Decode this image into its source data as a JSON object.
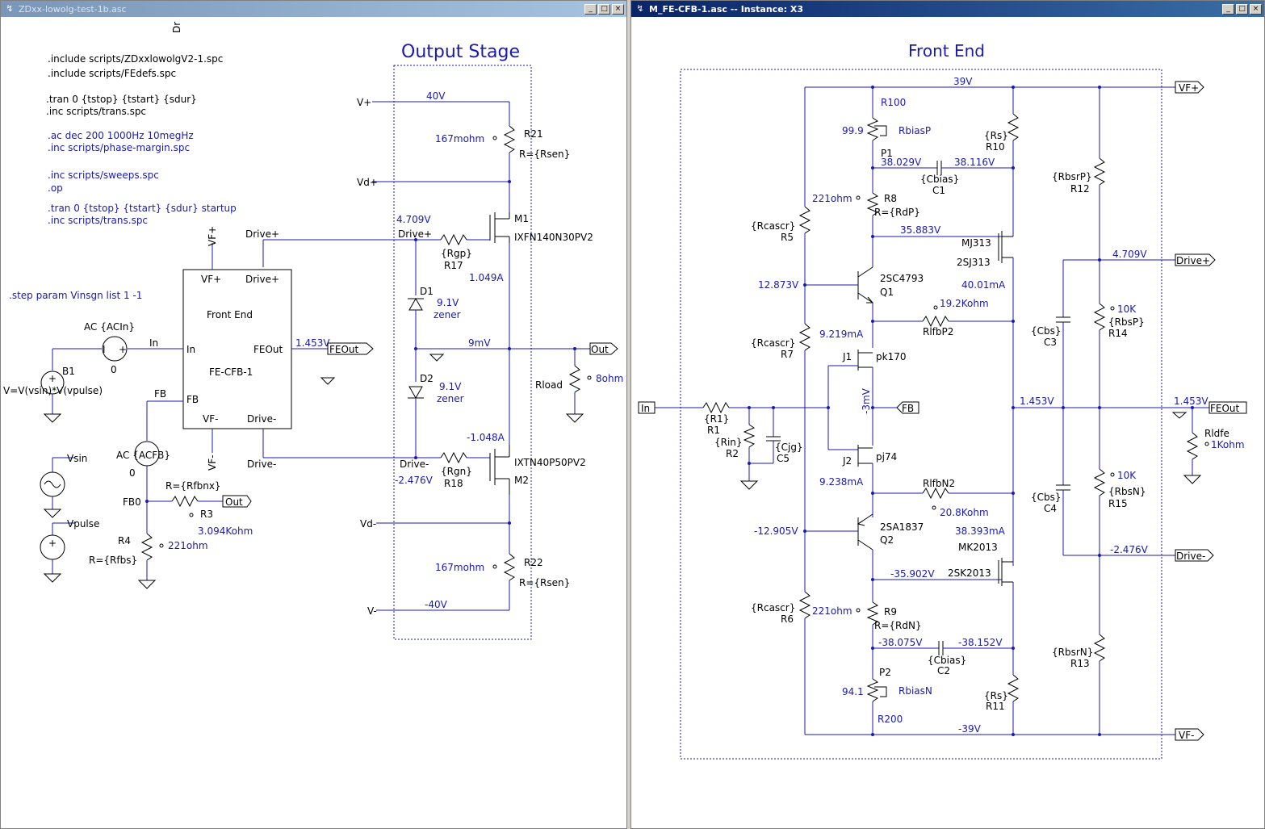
{
  "left_window": {
    "title": "ZDxx-lowolg-test-1b.asc",
    "directives": [
      ".include scripts/ZDxxlowolgV2-1.spc",
      " .include scripts/FEdefs.spc",
      ".tran 0 {tstop} {tstart} {sdur}",
      ".inc scripts/trans.spc",
      ".ac dec 200 1000Hz 10megHz",
      ".inc scripts/phase-margin.spc",
      ".inc scripts/sweeps.spc",
      ".op",
      ".tran 0 {tstop} {tstart} {sdur} startup",
      ".inc scripts/trans.spc",
      ".step param Vinsgn list 1 -1"
    ],
    "stage_title": "Output Stage",
    "block": {
      "name": "Front End",
      "instance": "FE-CFB-1",
      "pins": {
        "vfp": "VF+",
        "drivep": "Drive+",
        "in": "In",
        "feout": "FEOut",
        "fb": "FB",
        "vfm": "VF-",
        "drivem": "Drive-"
      }
    },
    "labels": {
      "vplus": "V+",
      "v40": "40V",
      "r21_val": "167mohm",
      "r21": "R21",
      "r21_eq": "R={Rsen}",
      "vdplus": "Vd+",
      "v4709": "4.709V",
      "drivep_n": "Drive+",
      "drivep_n2": "Drive+",
      "rgp": "{Rgp}",
      "r17": "R17",
      "m1": "M1",
      "m1_part": "IXFN140N30PV2",
      "i1049": "1.049A",
      "d1": "D1",
      "z1": "9.1V",
      "z1n": "zener",
      "d2": "D2",
      "z2": "9.1V",
      "z2n": "zener",
      "v9m": "9mV",
      "out": "Out",
      "rload": "Rload",
      "r8ohm": "8ohm",
      "in_lbl": "In",
      "feout_v": "1.453V",
      "feout_flag": "FEOut",
      "fb_lbl": "FB",
      "ac_acin": "AC {ACIn}",
      "zero1": "0",
      "b1": "B1",
      "b1_eq": "V=V(vsin)*V(vpulse)",
      "i1048": "-1.048A",
      "driven_n": "Drive-",
      "rgn": "{Rgn}",
      "r18": "R18",
      "m2": "M2",
      "m2_part": "IXTN40P50PV2",
      "v2476": "-2.476V",
      "driven_n2": "Drive-",
      "vdminus": "Vd-",
      "r22_val": "167mohm",
      "r22": "R22",
      "r22_eq": "R={Rsen}",
      "vminus": "V-",
      "vm40": "-40V",
      "ac_acfb": "AC {ACFB}",
      "zero2": "0",
      "vsin": "Vsin",
      "vpulse": "Vpulse",
      "fb0": "FB0",
      "rfbnx": "R={Rfbnx}",
      "out2": "Out",
      "r3": "R3",
      "r3_val": "3.094Kohm",
      "r4": "R4",
      "r4_eq": "R={Rfbs}",
      "r4_val": "221ohm",
      "vfp_pin": "VF+",
      "vfm_pin": "VF-",
      "dr": "Dr"
    }
  },
  "right_window": {
    "title": "M_FE-CFB-1.asc -- Instance: X3",
    "stage_title": "Front End",
    "labels": {
      "v39": "39V",
      "vfplus": "VF+",
      "r100": "R100",
      "p999": "99.9",
      "rbiasp": "RbiasP",
      "p1": "P1",
      "rs1": "{Rs}",
      "r10": "R10",
      "v38029": "38.029V",
      "v38116": "38.116V",
      "cbias1": "{Cbias}",
      "c1": "C1",
      "rbsrp": "{RbsrP}",
      "r12": "R12",
      "r221a": "221ohm",
      "r8": "R8",
      "rdp": "R={RdP}",
      "rcascr1": "{Rcascr}",
      "r5": "R5",
      "v35883": "35.883V",
      "mj313": "MJ313",
      "sj313": "2SJ313",
      "v4709": "4.709V",
      "drivep": "Drive+",
      "v12873": "12.873V",
      "q1part": "2SC4793",
      "q1": "Q1",
      "i4001": "40.01mA",
      "r192": "19.2Kohm",
      "rfbp2": "RlfbP2",
      "i9219": "9.219mA",
      "rbsp_val": "10K",
      "rbsp": "{RbsP}",
      "r14": "R14",
      "cbs1": "{Cbs}",
      "c3": "C3",
      "rcascr2": "{Rcascr}",
      "r7": "R7",
      "j1": "J1",
      "pk170": "pk170",
      "in": "In",
      "r1eq": "{R1}",
      "r1": "R1",
      "rin": "{Rin}",
      "r2": "R2",
      "cjg": "{Cjg}",
      "c5": "C5",
      "vm3": "-3mV",
      "fb": "FB",
      "v1453a": "1.453V",
      "v1453b": "1.453V",
      "feout": "FEOut",
      "rldfe": "Rldfe",
      "r1k": "1Kohm",
      "j2": "J2",
      "pj74": "pj74",
      "i9238": "9.238mA",
      "rfbn2": "RlfbN2",
      "r208": "20.8Kohm",
      "rbsn_val": "10K",
      "rbsn": "{RbsN}",
      "r15": "R15",
      "cbs2": "{Cbs}",
      "c4": "C4",
      "q2part": "2SA1837",
      "q2": "Q2",
      "v12905": "-12.905V",
      "i38393": "38.393mA",
      "mk2013": "MK2013",
      "v2476": "-2.476V",
      "driven": "Drive-",
      "v35902": "-35.902V",
      "sk2013": "2SK2013",
      "rcascr3": "{Rcascr}",
      "r6": "R6",
      "r221b": "221ohm",
      "r9": "R9",
      "rdn": "R={RdN}",
      "v38075": "-38.075V",
      "v38152": "-38.152V",
      "cbias2": "{Cbias}",
      "c2": "C2",
      "rbsrn": "{RbsrN}",
      "r13": "R13",
      "p2": "P2",
      "p941": "94.1",
      "rbiasn": "RbiasN",
      "rs2": "{Rs}",
      "r11": "R11",
      "r200": "R200",
      "vm39": "-39V",
      "vfminus": "VF-"
    }
  },
  "colors": {
    "wire": "#1a1ab0",
    "component": "#000000",
    "background": "#ffffff",
    "title_active": "#0a246a",
    "title_inactive": "#7a96b8"
  }
}
